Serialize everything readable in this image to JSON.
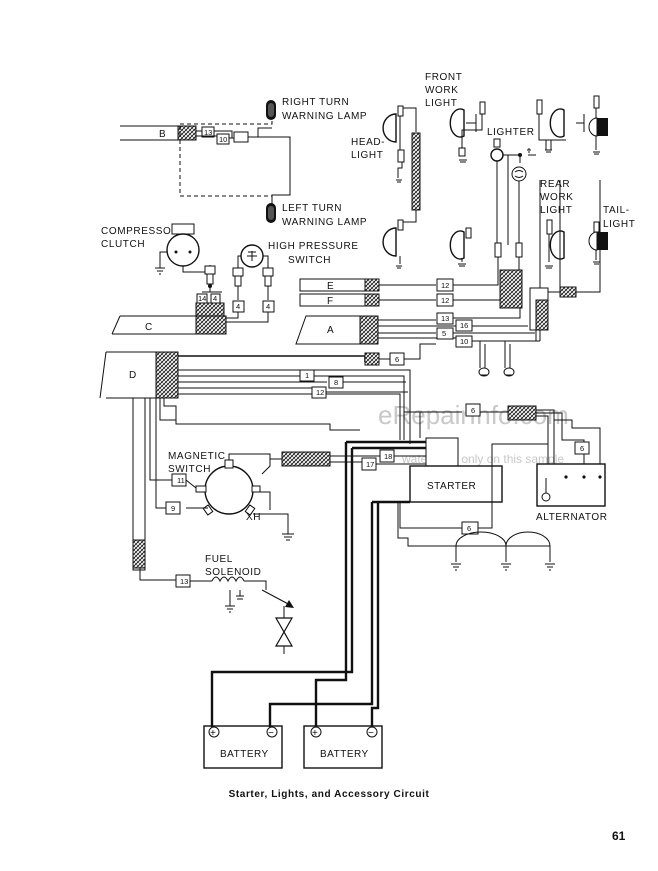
{
  "labels": {
    "right_turn": [
      "RIGHT TURN",
      "WARNING LAMP"
    ],
    "left_turn": [
      "LEFT TURN",
      "WARNING LAMP"
    ],
    "compressor": [
      "COMPRESSOR",
      "CLUTCH"
    ],
    "high_pressure": [
      "HIGH PRESSURE",
      "SWITCH"
    ],
    "front_work": [
      "FRONT",
      "WORK",
      "LIGHT"
    ],
    "headlight": [
      "HEAD-",
      "LIGHT"
    ],
    "lighter": "LIGHTER",
    "rear_work": [
      "REAR",
      "WORK",
      "LIGHT"
    ],
    "taillight": [
      "TAIL-",
      "LIGHT"
    ],
    "magnetic": [
      "MAGNETIC",
      "SWITCH"
    ],
    "fuel": [
      "FUEL",
      "SOLENOID"
    ],
    "starter": "STARTER",
    "alternator": "ALTERNATOR",
    "battery_1": "BATTERY",
    "battery_2": "BATTERY",
    "plus": "+",
    "minus": "−",
    "xh": "XH"
  },
  "harness": {
    "b": "B",
    "c": "C",
    "d": "D",
    "e": "E",
    "f": "F",
    "a": "A"
  },
  "wire_numbers": {
    "n13_top": "13",
    "n10_top": "10",
    "n14": "14",
    "n4_small": "4",
    "n4_a": "4",
    "n4_b": "4",
    "n12_e": "12",
    "n12_f": "12",
    "n13_a": "13",
    "n16": "16",
    "n5": "5",
    "n10_a": "10",
    "n6_a": "6",
    "n1": "1",
    "n8": "8",
    "n12_d": "12",
    "n6_b": "6",
    "n6_c": "6",
    "n6_d": "6",
    "n18": "18",
    "n17": "17",
    "n11": "11",
    "n9": "9",
    "n13_fuel": "13"
  },
  "watermark": {
    "main": "eRepairInfo.com",
    "sub": "watermark only on this sample"
  },
  "caption": "Starter, Lights, and Accessory Circuit",
  "page_number": "61"
}
